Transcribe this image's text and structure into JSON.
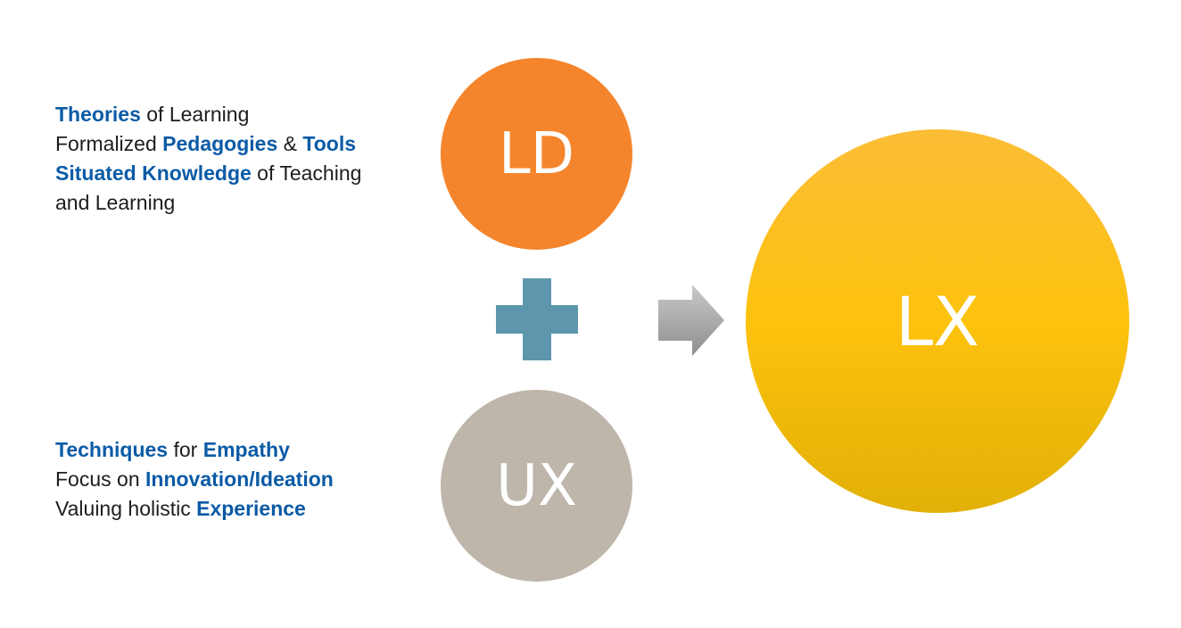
{
  "ld_block": {
    "lines": [
      [
        {
          "t": "Theories",
          "hl": true
        },
        {
          "t": " of Learning",
          "hl": false
        }
      ],
      [
        {
          "t": "Formalized ",
          "hl": false
        },
        {
          "t": "Pedagogies",
          "hl": true
        },
        {
          "t": " & ",
          "hl": false
        },
        {
          "t": "Tools",
          "hl": true
        }
      ],
      [
        {
          "t": "Situated Knowledge",
          "hl": true
        },
        {
          "t": " of Teaching",
          "hl": false
        }
      ],
      [
        {
          "t": "and Learning",
          "hl": false
        }
      ]
    ]
  },
  "ux_block": {
    "lines": [
      [
        {
          "t": "Techniques",
          "hl": true
        },
        {
          "t": " for ",
          "hl": false
        },
        {
          "t": "Empathy",
          "hl": true
        }
      ],
      [
        {
          "t": "Focus on ",
          "hl": false
        },
        {
          "t": "Innovation/Ideation",
          "hl": true
        }
      ],
      [
        {
          "t": "Valuing holistic ",
          "hl": false
        },
        {
          "t": "Experience",
          "hl": true
        }
      ]
    ]
  },
  "circles": {
    "ld": "LD",
    "ux": "UX",
    "lx": "LX"
  },
  "colors": {
    "text": "#1d1d1d",
    "highlight": "#0b5ba6",
    "ld_fill": "#f4852c",
    "ux_fill": "#beb6aa",
    "lx_fill_top": "#fbbd36",
    "lx_fill_mid": "#fdc20d",
    "lx_fill_bottom": "#e2b007",
    "plus": "#5e97ad",
    "arrow_top": "#c9c9c9",
    "arrow_bottom": "#8e8e8e"
  },
  "icons": {
    "plus": "plus-icon",
    "arrow": "arrow-right-icon"
  }
}
